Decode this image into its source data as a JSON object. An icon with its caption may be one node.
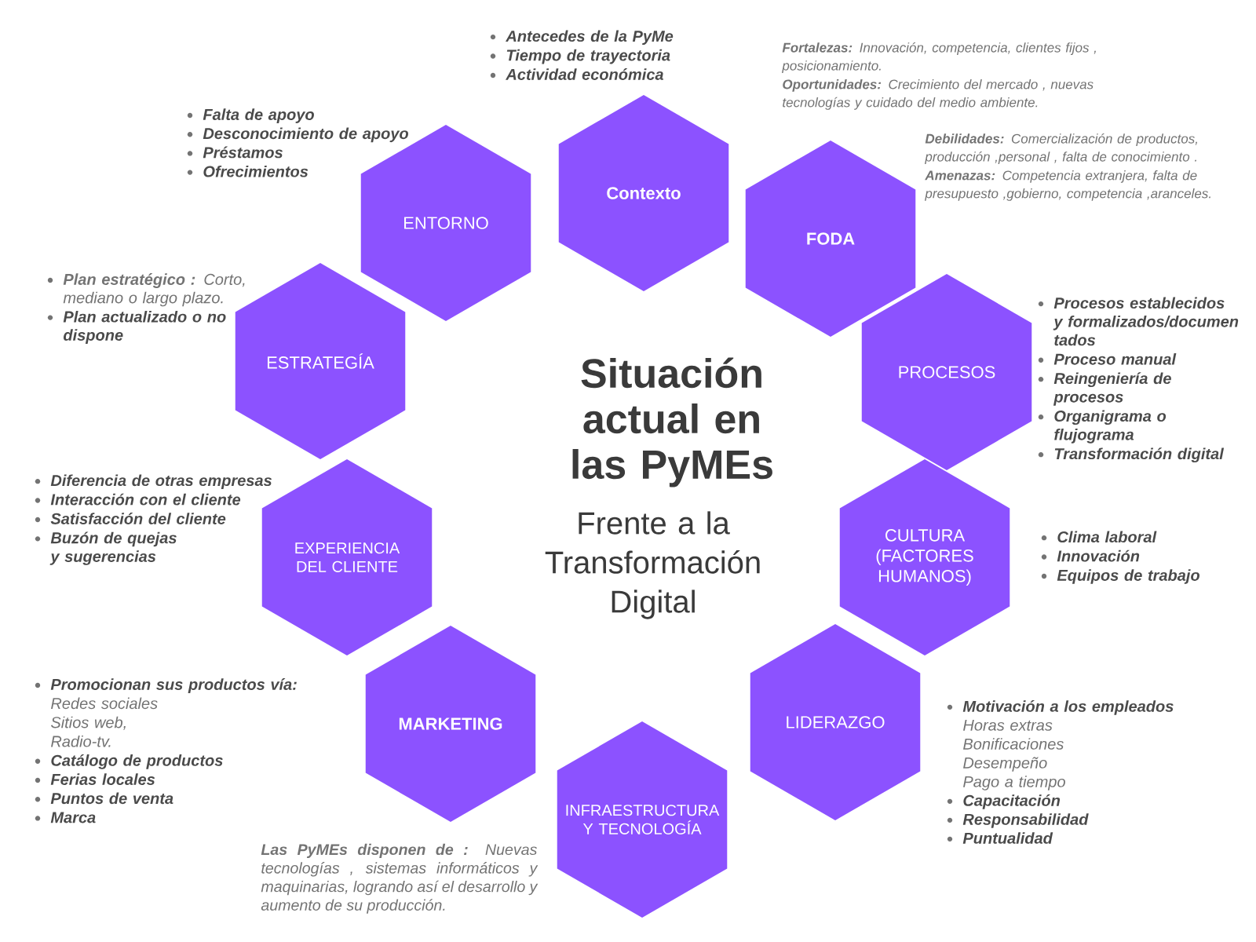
{
  "diagram": {
    "title": "Situación actual en las PyMEs",
    "labels": [
      "Frente a la Transformación Digital"
    ],
    "nodes": [
      {
        "text": [
          "Contexto"
        ],
        "beside": [
          "Antecedes de la PyMe",
          "Tiempo de trayectoria",
          "Actividad económica"
        ]
      },
      {
        "text": [
          "FODA"
        ],
        "beside": [
          "**Fortalezas:** Innovación, competencia, clientes fijos , posicionamiento.",
          "**Oportunidades:** Crecimiento del mercado , nuevas tecnologías y cuidado del medio ambiente.",
          "**Debilidades:** Comercialización de productos, producción ,personal , falta de conocimiento .",
          "**Amenazas:** Competencia extranjera, falta de presupuesto ,gobierno, competencia ,aranceles."
        ]
      },
      {
        "text": [
          "PROCESOS"
        ],
        "beside": [
          "Procesos establecidos y formalizados/documen tados",
          "Proceso manual",
          "Reingeniería de procesos",
          "Organigrama o flujograma",
          "Transformación digital"
        ]
      },
      {
        "text": [
          "CULTURA (FACTORES HUMANOS)"
        ],
        "beside": [
          "Clima laboral",
          "Innovación",
          "Equipos de trabajo"
        ]
      },
      {
        "text": [
          "LIDERAZGO"
        ],
        "beside": [
          "Motivación a los empleados",
          "Horas extras",
          "Bonificaciones",
          "Desempeño",
          "Pago a tiempo",
          "Capacitación",
          "Responsabilidad",
          "Puntualidad"
        ]
      },
      {
        "text": [
          "INFRAESTRUCTURA Y TECNOLOGÍA"
        ],
        "beside": [
          "**Las PyMEs disponen de :** Nuevas tecnologías , sistemas informáticos y maquinarias, logrando así el desarrollo y aumento de su producción."
        ]
      },
      {
        "text": [
          "MARKETING"
        ],
        "beside": [
          "Promocionan sus productos vía:",
          "Redes sociales",
          "Sitios web,",
          "Radio-tv.",
          "Catálogo de productos",
          "Ferias locales",
          "Puntos de venta",
          "Marca"
        ]
      },
      {
        "text": [
          "EXPERIENCIA DEL CLIENTE"
        ],
        "beside": [
          "Diferencia de otras empresas",
          "Interacción con el cliente",
          "Satisfacción del cliente",
          "Buzón de quejas y sugerencias"
        ]
      },
      {
        "text": [
          "ESTRATEGÍA"
        ],
        "beside": [
          "**Plan estratégico :** Corto, mediano o largo plazo.",
          "Plan actualizado o no dispone"
        ]
      },
      {
        "text": [
          "ENTORNO"
        ],
        "beside": [
          "Falta de apoyo",
          "Desconocimiento de apoyo",
          "Préstamos",
          "Ofrecimientos"
        ]
      }
    ]
  }
}
